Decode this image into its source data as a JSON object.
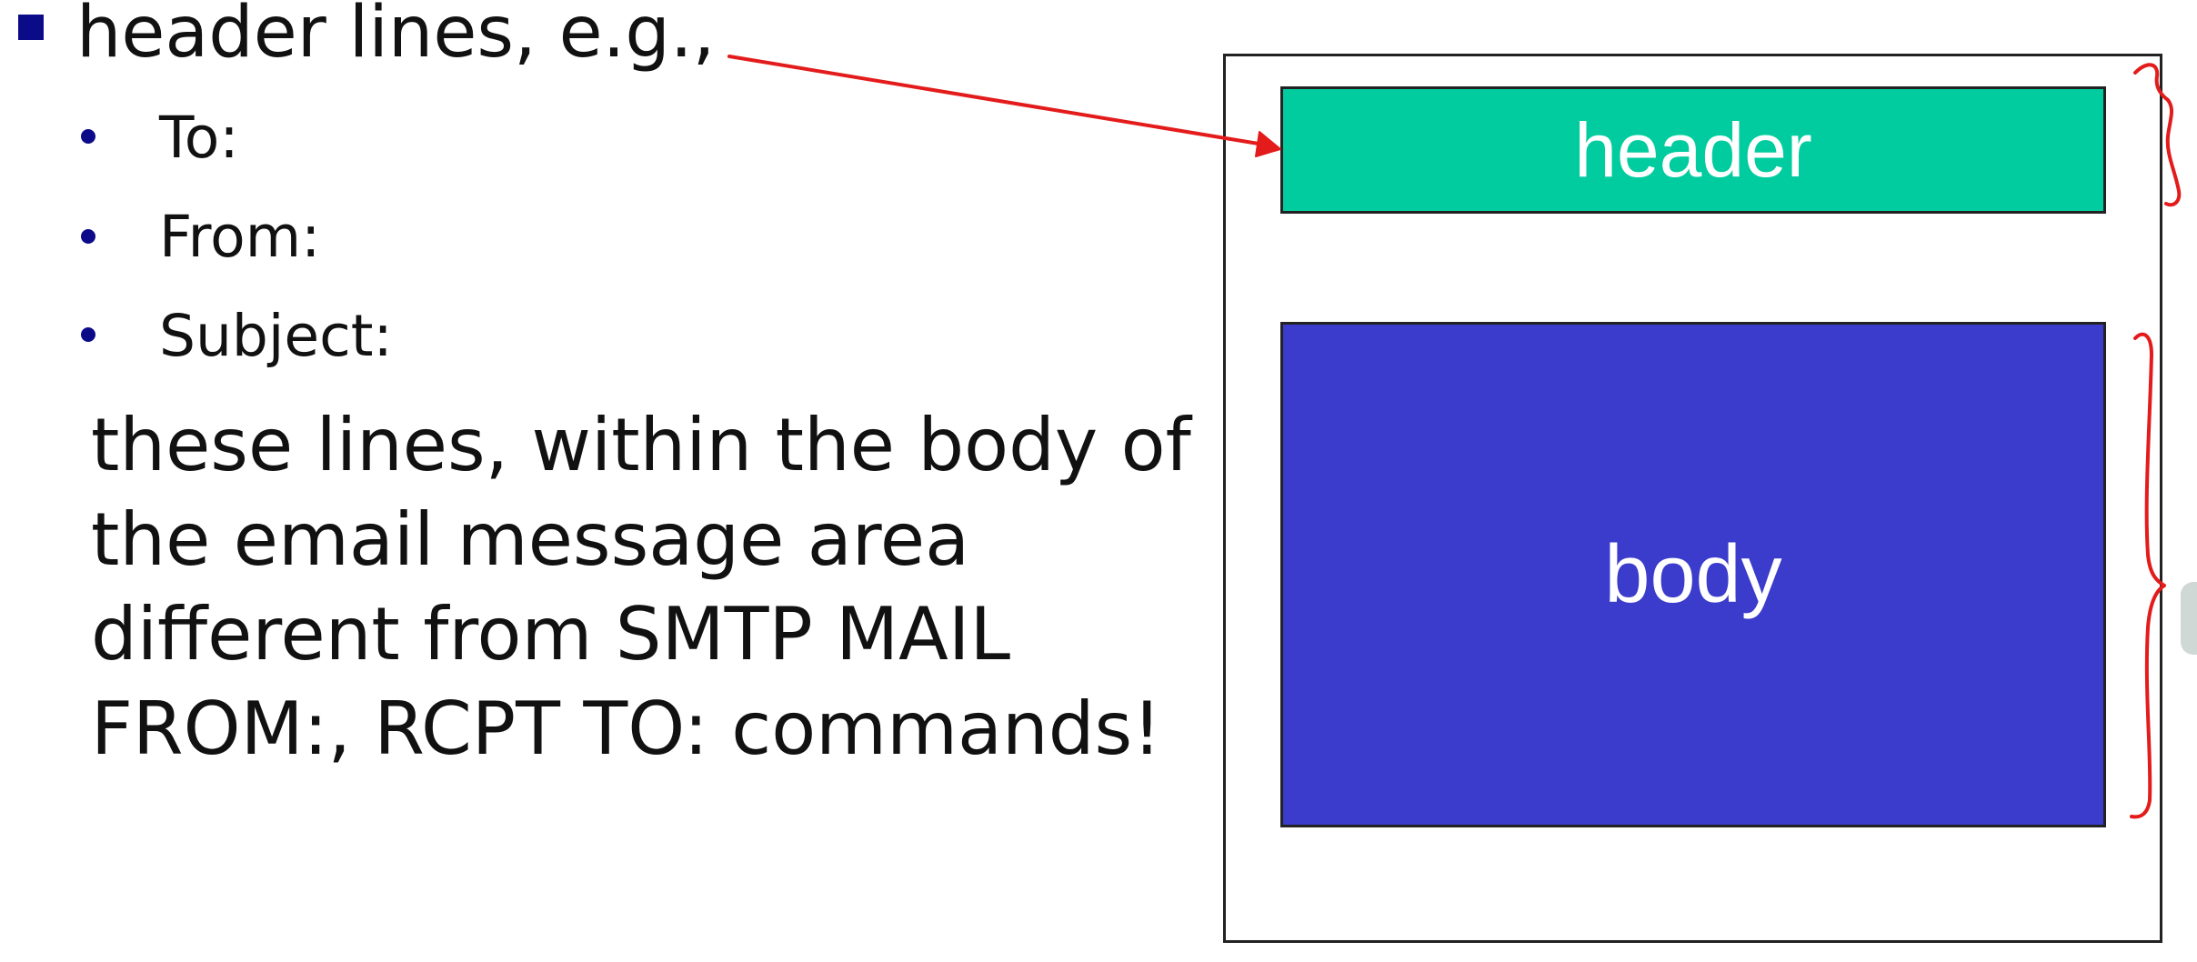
{
  "bullets": {
    "main": "header lines, e.g.,",
    "sub": [
      "To:",
      "From:",
      "Subject:"
    ]
  },
  "paragraph": [
    "these lines, within the body of",
    "the email message area",
    "different from SMTP MAIL",
    "FROM:, RCPT TO: commands!"
  ],
  "diagram": {
    "header_label": "header",
    "body_label": "body",
    "colors": {
      "header_fill": "#00cc9f",
      "body_fill": "#3b3bcc",
      "annotation": "#e31b1b",
      "bullet": "#0b0b8a"
    }
  }
}
